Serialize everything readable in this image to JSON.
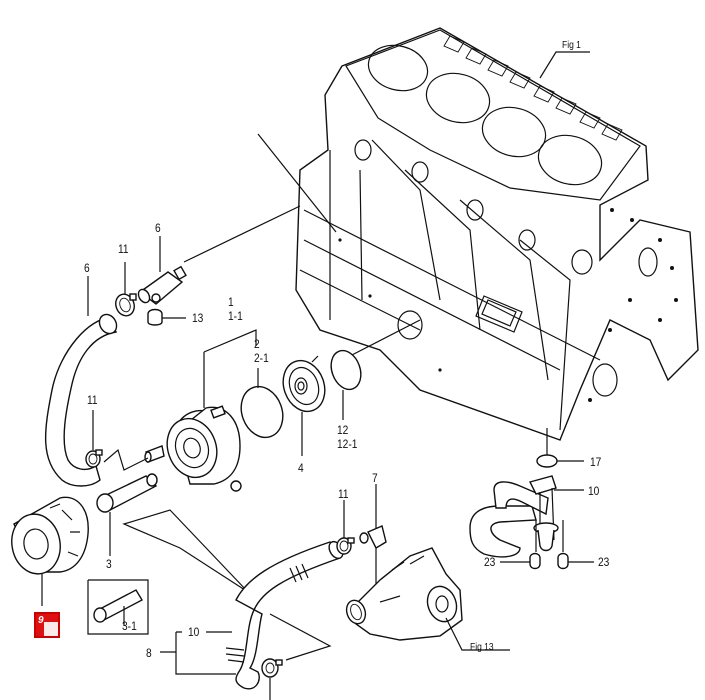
{
  "diagram": {
    "title": "Engine cylinder block and oil cooler parts diagram",
    "figure_refs": {
      "block": "Fig 1",
      "water_pump": "Fig 13"
    },
    "callouts": [
      {
        "id": "c6-hose",
        "text": "6"
      },
      {
        "id": "c11-top",
        "text": "11"
      },
      {
        "id": "c6-fitting",
        "text": "6"
      },
      {
        "id": "c13",
        "text": "13"
      },
      {
        "id": "c1",
        "text": "1"
      },
      {
        "id": "c1-1",
        "text": "1-1"
      },
      {
        "id": "c2",
        "text": "2"
      },
      {
        "id": "c2-1",
        "text": "2-1"
      },
      {
        "id": "c11-mid",
        "text": "11"
      },
      {
        "id": "c4",
        "text": "4"
      },
      {
        "id": "c12",
        "text": "12"
      },
      {
        "id": "c12-1",
        "text": "12-1"
      },
      {
        "id": "c3",
        "text": "3"
      },
      {
        "id": "c3-1",
        "text": "3-1"
      },
      {
        "id": "c11-low",
        "text": "11"
      },
      {
        "id": "c7",
        "text": "7"
      },
      {
        "id": "c17",
        "text": "17"
      },
      {
        "id": "c10-right",
        "text": "10"
      },
      {
        "id": "c23-left",
        "text": "23"
      },
      {
        "id": "c23-right",
        "text": "23"
      },
      {
        "id": "c10-bottom",
        "text": "10"
      },
      {
        "id": "c8",
        "text": "8"
      }
    ],
    "highlight": {
      "text": "9",
      "color": "#d11111"
    }
  }
}
